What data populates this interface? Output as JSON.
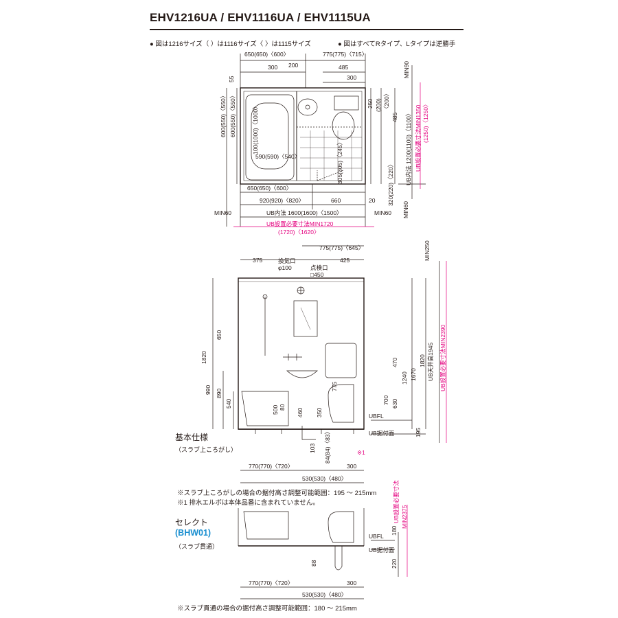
{
  "header": {
    "title": "EHV1216UA / EHV1116UA / EHV1115UA",
    "note_left": "● 図は1216サイズ（ ）は1116サイズ〈 〉は1115サイズ",
    "note_right": "● 図はすべてRタイプ、Lタイプは逆勝手"
  },
  "plan": {
    "top_dims": [
      "650(650)〈600〉",
      "775(775)〈715〉",
      "300",
      "200",
      "485",
      "300",
      "MIN90"
    ],
    "left_dims": [
      "55",
      "600(550)〈550〉",
      "600(550)〈550〉",
      "100(1000)〈1000〉",
      "590(590)〈540〉"
    ],
    "right_dims": [
      "250",
      "(200)",
      "〈200〉",
      "485",
      "UB内法 1200(1100)〈1100〉",
      "320(220)〈220〉",
      "MIN60",
      "305(305)〈245〉"
    ],
    "right_pink": [
      "UB設置必要寸法MIN1350",
      "(1250)〈1250〉"
    ],
    "bottom_dims": [
      "650(650)〈600〉",
      "920(920)〈820〉",
      "660",
      "20",
      "MIN60",
      "UB内法 1600(1600)〈1500〉",
      "MIN60"
    ],
    "bottom_pink": [
      "UB設置必要寸法MIN1720",
      "(1720)〈1620〉"
    ]
  },
  "elevation": {
    "top_dims": [
      "775(775)〈645〉",
      "375",
      "換気口",
      "φ100",
      "点検口",
      "□450",
      "425",
      "MIN250"
    ],
    "left_dims": [
      "650",
      "1820",
      "990",
      "890",
      "540",
      "500",
      "80",
      "460",
      "350",
      "103",
      "84(84)〈83〉"
    ],
    "right_dims": [
      "775",
      "470",
      "1240",
      "1670",
      "1820",
      "UB天井高1945",
      "700",
      "630",
      "195"
    ],
    "right_pink": [
      "UB設置必要寸法MIN2390"
    ],
    "labels": [
      "UBFL",
      "UB据付面",
      "※1"
    ],
    "bottom_dims": [
      "770(770)〈720〉",
      "300",
      "530(530)〈480〉"
    ],
    "spec_title": "基本仕様",
    "spec_sub": "（スラブ上ころがし）",
    "note1": "※スラブ上ころがしの場合の据付高さ調整可能範囲：195 〜 215mm",
    "note2": "※1 排水エルボは本体品番に含まれていません。"
  },
  "select": {
    "title": "セレクト",
    "code": "(BHW01)",
    "sub": "（スラブ貫通）",
    "labels": [
      "UBFL",
      "UB据付面",
      "180",
      "220",
      "88"
    ],
    "pink": [
      "UB設置必要寸法",
      "MIN2375"
    ],
    "bottom_dims": [
      "770(770)〈720〉",
      "300",
      "530(530)〈480〉"
    ],
    "note": "※スラブ貫通の場合の据付高さ調整可能範囲：180 〜 215mm"
  },
  "colors": {
    "ink": "#231815",
    "pink": "#e4007f",
    "blue": "#1a8fd0"
  }
}
